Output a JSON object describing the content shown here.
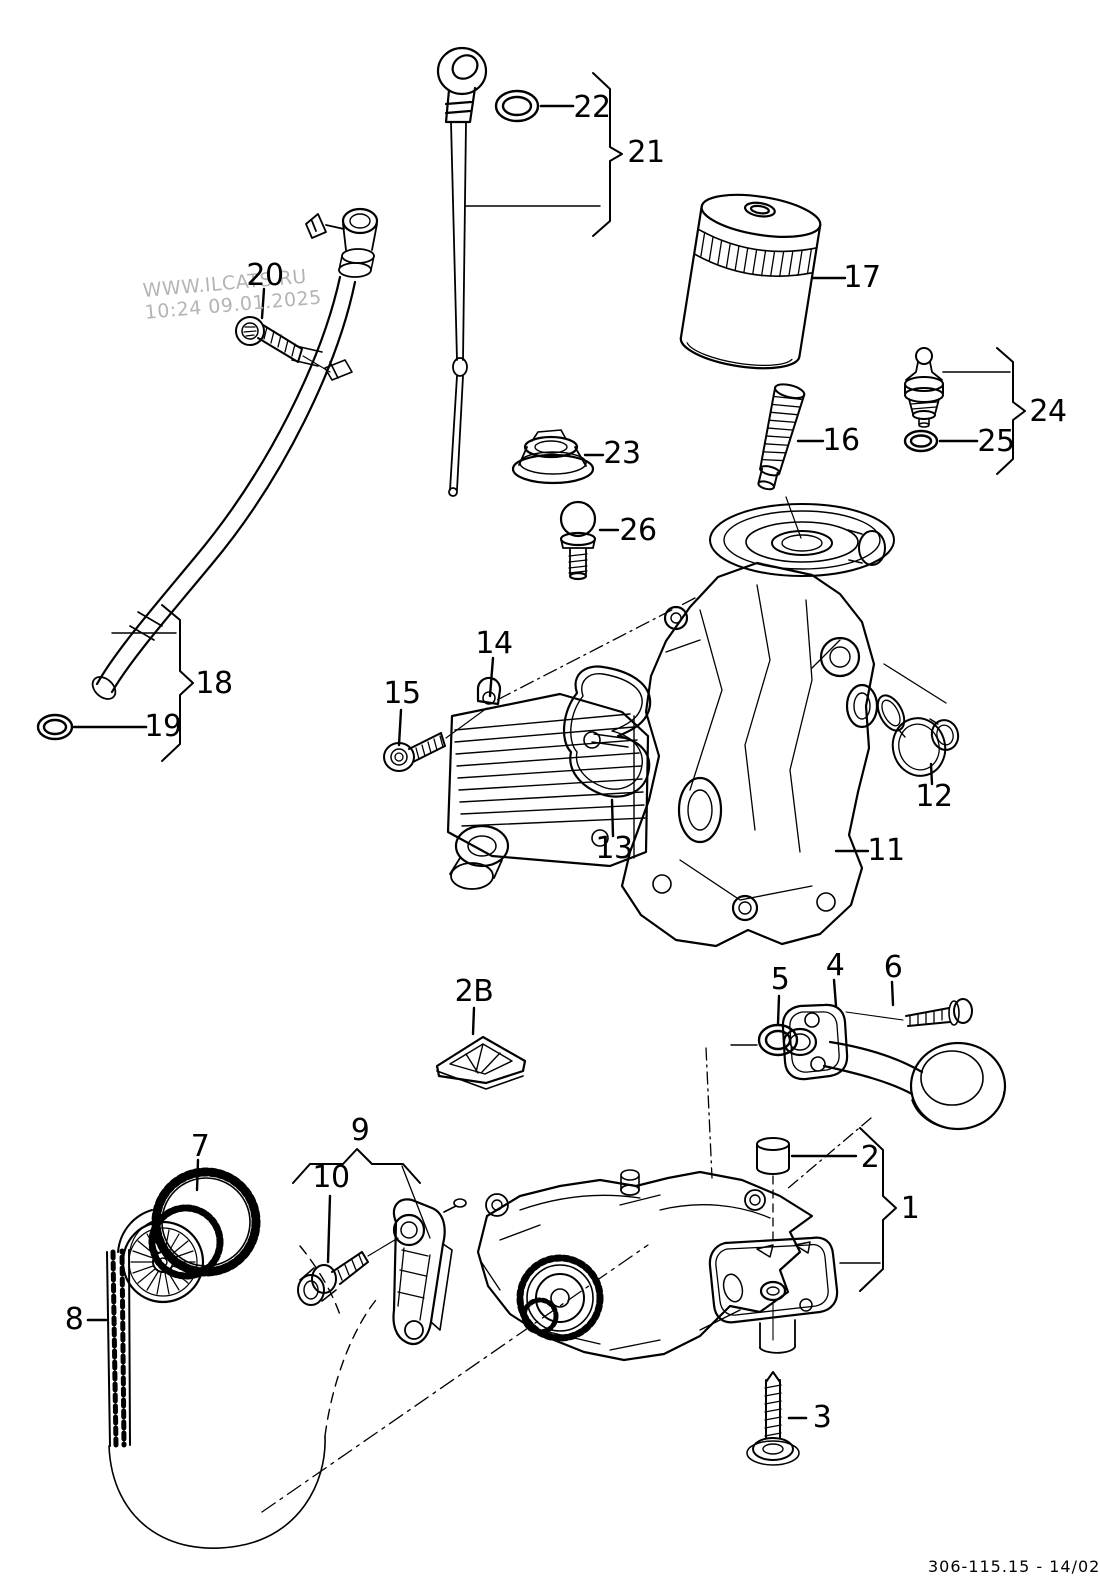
{
  "watermark": {
    "site": "WWW.ILCATS.RU",
    "timestamp": "10:24 09.01.2025"
  },
  "footer": {
    "ref": "306-115.15 - 14/02"
  },
  "callouts": [
    {
      "label": "22",
      "part": "dipstick-seal-ring"
    },
    {
      "label": "21",
      "part": "oil-dipstick"
    },
    {
      "label": "17",
      "part": "oil-filter"
    },
    {
      "label": "20",
      "part": "guide-tube-bolt"
    },
    {
      "label": "23",
      "part": "sealing-plug"
    },
    {
      "label": "16",
      "part": "filter-relief-valve"
    },
    {
      "label": "24",
      "part": "oil-pressure-switch-group"
    },
    {
      "label": "25",
      "part": "switch-seal-ring"
    },
    {
      "label": "26",
      "part": "ball-pin"
    },
    {
      "label": "14",
      "part": "oil-cooler"
    },
    {
      "label": "15",
      "part": "oil-cooler-bolt"
    },
    {
      "label": "18",
      "part": "dipstick-guide-tube"
    },
    {
      "label": "19",
      "part": "guide-tube-o-ring"
    },
    {
      "label": "13",
      "part": "oil-cooler-gasket"
    },
    {
      "label": "12",
      "part": "housing-gasket"
    },
    {
      "label": "11",
      "part": "filter-bracket-housing"
    },
    {
      "label": "2B",
      "part": "baffle-bracket"
    },
    {
      "label": "5",
      "part": "suction-pipe-o-ring"
    },
    {
      "label": "4",
      "part": "oil-suction-pipe"
    },
    {
      "label": "6",
      "part": "suction-pipe-bolt"
    },
    {
      "label": "7",
      "part": "oil-pump-sprocket"
    },
    {
      "label": "9",
      "part": "chain-tensioner"
    },
    {
      "label": "10",
      "part": "tensioner-bolt"
    },
    {
      "label": "2",
      "part": "dowel-sleeve"
    },
    {
      "label": "1",
      "part": "oil-pump"
    },
    {
      "label": "8",
      "part": "oil-pump-chain"
    },
    {
      "label": "3",
      "part": "oil-pump-bolt"
    }
  ]
}
